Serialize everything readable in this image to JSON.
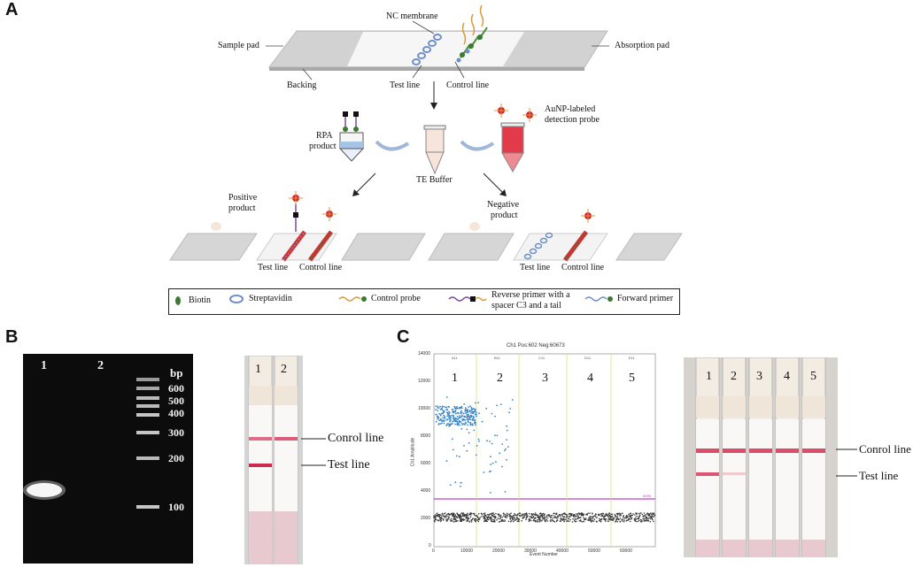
{
  "panel_a": {
    "letter": "A",
    "labels": {
      "nc_membrane": "NC membrane",
      "sample_pad": "Sample pad",
      "absorption_pad": "Absorption pad",
      "backing": "Backing",
      "test_line": "Test line",
      "control_line": "Control line",
      "rpa_product_1": "RPA",
      "rpa_product_2": "product",
      "aunp_1": "AuNP-labeled",
      "aunp_2": "detection probe",
      "te_buffer": "TE Buffer",
      "positive_1": "Positive",
      "positive_2": "product",
      "negative_1": "Negative",
      "negative_2": "product",
      "pos_test_line": "Test line",
      "pos_control_line": "Control line",
      "neg_test_line": "Test line",
      "neg_control_line": "Control line"
    },
    "legend": {
      "biotin": "Biotin",
      "streptavidin": "Streptavidin",
      "control_probe": "Control probe",
      "reverse_primer_1": "Reverse primer with a",
      "reverse_primer_2": "spacer C3 and a tail",
      "forward_primer": "Forward primer"
    }
  },
  "panel_b": {
    "letter": "B",
    "gel": {
      "lane1": "1",
      "lane2": "2",
      "bp": "bp",
      "markers": [
        "600",
        "500",
        "400",
        "300",
        "200",
        "100"
      ]
    },
    "strip": {
      "lane1": "1",
      "lane2": "2",
      "control_line": "Conrol line",
      "test_line": "Test line"
    }
  },
  "panel_c": {
    "letter": "C",
    "ddpcr": {
      "title": "Ch1 Pos:602 Neg:60673",
      "ylabel": "Ch1 Amplitude",
      "xlabel": "Event Number",
      "yticks": [
        "14000",
        "12000",
        "10000",
        "8000",
        "6000",
        "4000",
        "2000",
        "0"
      ],
      "xticks": [
        "0",
        "10000",
        "20000",
        "30000",
        "40000",
        "50000",
        "60000"
      ],
      "well_ids": [
        "A11",
        "B11",
        "C11",
        "D11",
        "E11"
      ],
      "lanes": [
        "1",
        "2",
        "3",
        "4",
        "5"
      ],
      "threshold_label": "4000"
    },
    "strip": {
      "lanes": [
        "1",
        "2",
        "3",
        "4",
        "5"
      ],
      "control_line": "Conrol line",
      "test_line": "Test line"
    }
  },
  "colors": {
    "red_line": "#d93a5c",
    "strip_bg": "#f3ece3",
    "pad_pink": "#e8c9cf",
    "blue_dots": "#3a86c8",
    "black_dots": "#3a3a3a",
    "threshold": "#c040c0"
  }
}
